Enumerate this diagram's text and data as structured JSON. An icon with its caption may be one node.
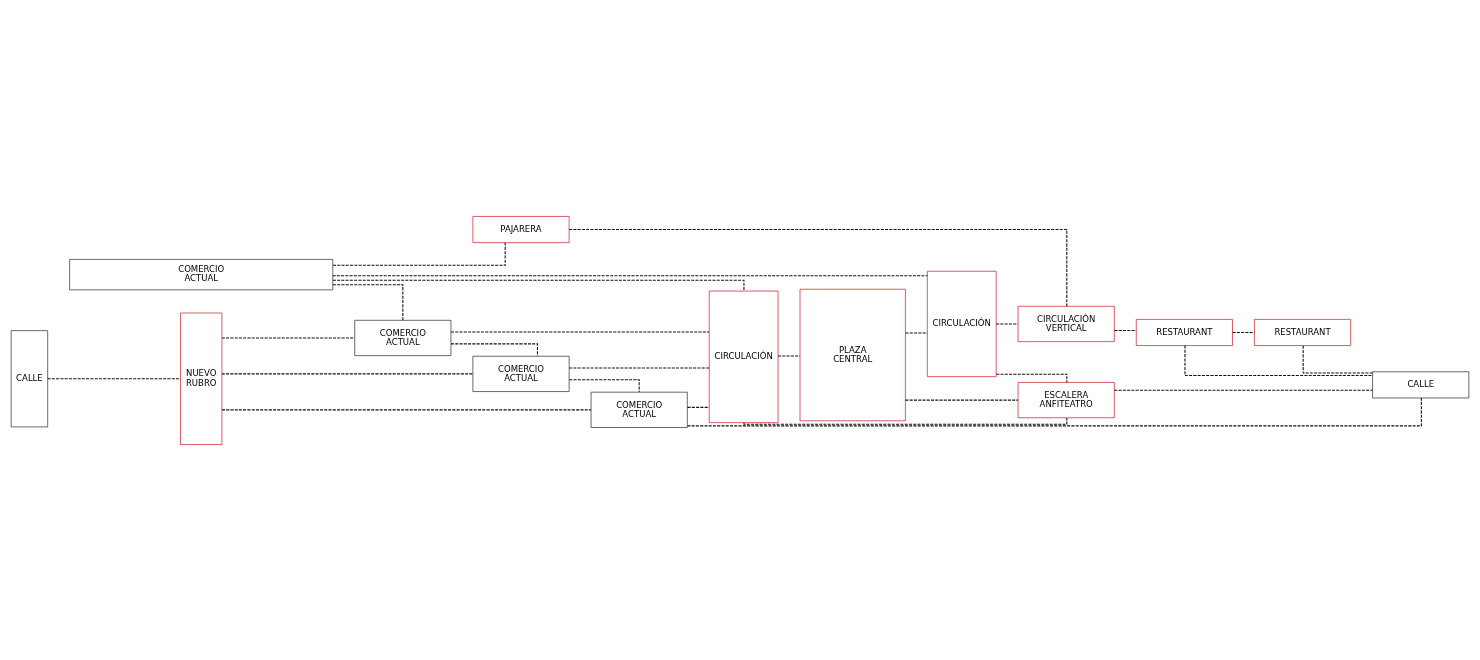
{
  "diagram": {
    "nodes": [
      {
        "text": [
          "COMERCIO ACTUAL"
        ]
      },
      {
        "text": [
          "CALLE"
        ]
      },
      {
        "text": [
          "NUEVO RUBRO"
        ]
      },
      {
        "text": [
          "COMERCIO ACTUAL"
        ]
      },
      {
        "text": [
          "COMERCIO ACTUAL"
        ]
      },
      {
        "text": [
          "COMERCIO ACTUAL"
        ]
      },
      {
        "text": [
          "CIRCULACIÓN"
        ]
      },
      {
        "text": [
          "PLAZA CENTRAL"
        ]
      },
      {
        "text": [
          "CIRCULACIÓN"
        ]
      },
      {
        "text": [
          "PAJARERA"
        ]
      },
      {
        "text": [
          "CIRCULACIÓN VERTICAL"
        ]
      },
      {
        "text": [
          "RESTAURANT"
        ]
      },
      {
        "text": [
          "RESTAURANT"
        ]
      },
      {
        "text": [
          "ESCALERA ANFITEATRO"
        ]
      },
      {
        "text": [
          "CALLE"
        ]
      }
    ],
    "edges": [
      {
        "from": 0,
        "to": 3,
        "arrow": "none",
        "style": "dashed"
      },
      {
        "from": 0,
        "to": 6,
        "arrow": "none",
        "style": "dashed"
      },
      {
        "from": 0,
        "to": 8,
        "arrow": "none",
        "style": "dashed"
      },
      {
        "from": 0,
        "to": 9,
        "arrow": "none",
        "style": "dashed"
      },
      {
        "from": 1,
        "to": 2,
        "arrow": "none",
        "style": "dashed"
      },
      {
        "from": 2,
        "to": 3,
        "arrow": "none",
        "style": "dashed"
      },
      {
        "from": 2,
        "to": 4,
        "arrow": "none",
        "style": "dashed"
      },
      {
        "from": 2,
        "to": 5,
        "arrow": "none",
        "style": "dashed"
      },
      {
        "from": 3,
        "to": 4,
        "arrow": "none",
        "style": "dashed"
      },
      {
        "from": 4,
        "to": 5,
        "arrow": "none",
        "style": "dashed"
      },
      {
        "from": 3,
        "to": 6,
        "arrow": "none",
        "style": "dashed"
      },
      {
        "from": 4,
        "to": 6,
        "arrow": "none",
        "style": "dashed"
      },
      {
        "from": 5,
        "to": 6,
        "arrow": "none",
        "style": "dashed"
      },
      {
        "from": 6,
        "to": 7,
        "arrow": "none",
        "style": "dashed"
      },
      {
        "from": 7,
        "to": 8,
        "arrow": "none",
        "style": "dashed"
      },
      {
        "from": 8,
        "to": 10,
        "arrow": "none",
        "style": "dashed"
      },
      {
        "from": 9,
        "to": 10,
        "arrow": "none",
        "style": "dashed"
      },
      {
        "from": 10,
        "to": 11,
        "arrow": "none",
        "style": "dashed"
      },
      {
        "from": 11,
        "to": 12,
        "arrow": "none",
        "style": "dashed"
      },
      {
        "from": 6,
        "to": 13,
        "arrow": "none",
        "style": "dashed"
      },
      {
        "from": 7,
        "to": 13,
        "arrow": "none",
        "style": "dashed"
      },
      {
        "from": 8,
        "to": 13,
        "arrow": "none",
        "style": "dashed"
      },
      {
        "from": 13,
        "to": 14,
        "arrow": "none",
        "style": "dashed"
      },
      {
        "from": 5,
        "to": 14,
        "arrow": "none",
        "style": "dashed"
      },
      {
        "from": 11,
        "to": 14,
        "arrow": "none",
        "style": "dashed"
      },
      {
        "from": 12,
        "to": 14,
        "arrow": "none",
        "style": "dashed"
      }
    ]
  }
}
